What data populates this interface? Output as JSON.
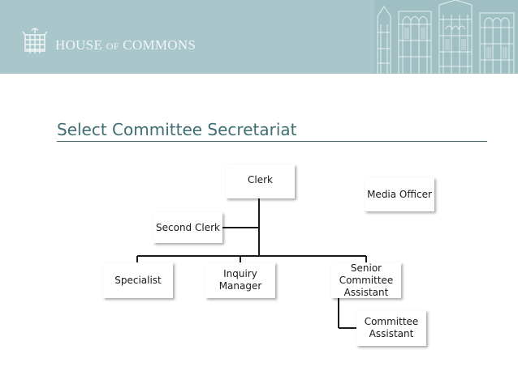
{
  "header": {
    "brand_house": "HOUSE",
    "brand_of": "OF",
    "brand_commons": "COMMONS",
    "background_color": "#a9c6ca"
  },
  "slide": {
    "title": "Select Committee Secretariat",
    "accent_color": "#3f6e72"
  },
  "org_chart": {
    "nodes": {
      "clerk": "Clerk",
      "media_officer": "Media Officer",
      "second_clerk": "Second Clerk",
      "specialist": "Specialist",
      "inquiry_manager": [
        "Inquiry",
        "Manager"
      ],
      "senior_committee_assistant": [
        "Senior",
        "Committee",
        "Assistant"
      ],
      "committee_assistant": [
        "Committee",
        "Assistant"
      ]
    },
    "edges": [
      [
        "Clerk",
        "Second Clerk"
      ],
      [
        "Clerk",
        "Specialist"
      ],
      [
        "Clerk",
        "Inquiry Manager"
      ],
      [
        "Clerk",
        "Senior Committee Assistant"
      ],
      [
        "Senior Committee Assistant",
        "Committee Assistant"
      ]
    ]
  }
}
